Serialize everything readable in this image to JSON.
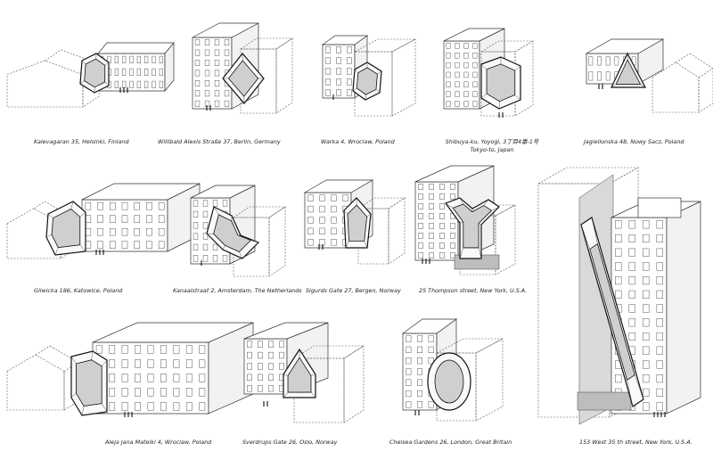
{
  "captions": [
    "Kalevagaran 35, Helsinki, Finland",
    "Willibald Alexis Straße 37, Berlin, Germany",
    "Warka 4, Wroclaw, Poland",
    "Shibuya-ku, Yoyogi, 3丁目4番-1号",
    "Tokyo-to, Japan",
    "Jagiellonska 48, Nowy Sacz, Poland",
    "Gliwicka 186, Katowice, Poland",
    "Kanaalstraat 2, Amsterdam, The Netherlands",
    "Sigurds Gate 27, Bergen, Norway",
    "25 Thompson street, New York, U.S.A.",
    "Aleja Jana Mateiki 4, Wroclaw, Poland",
    "Sverdrups Gate 26, Oslo, Norway",
    "Chelsea Gardens 26, London, Great Britain",
    "153 West 35 th street, New York, U.S.A."
  ]
}
